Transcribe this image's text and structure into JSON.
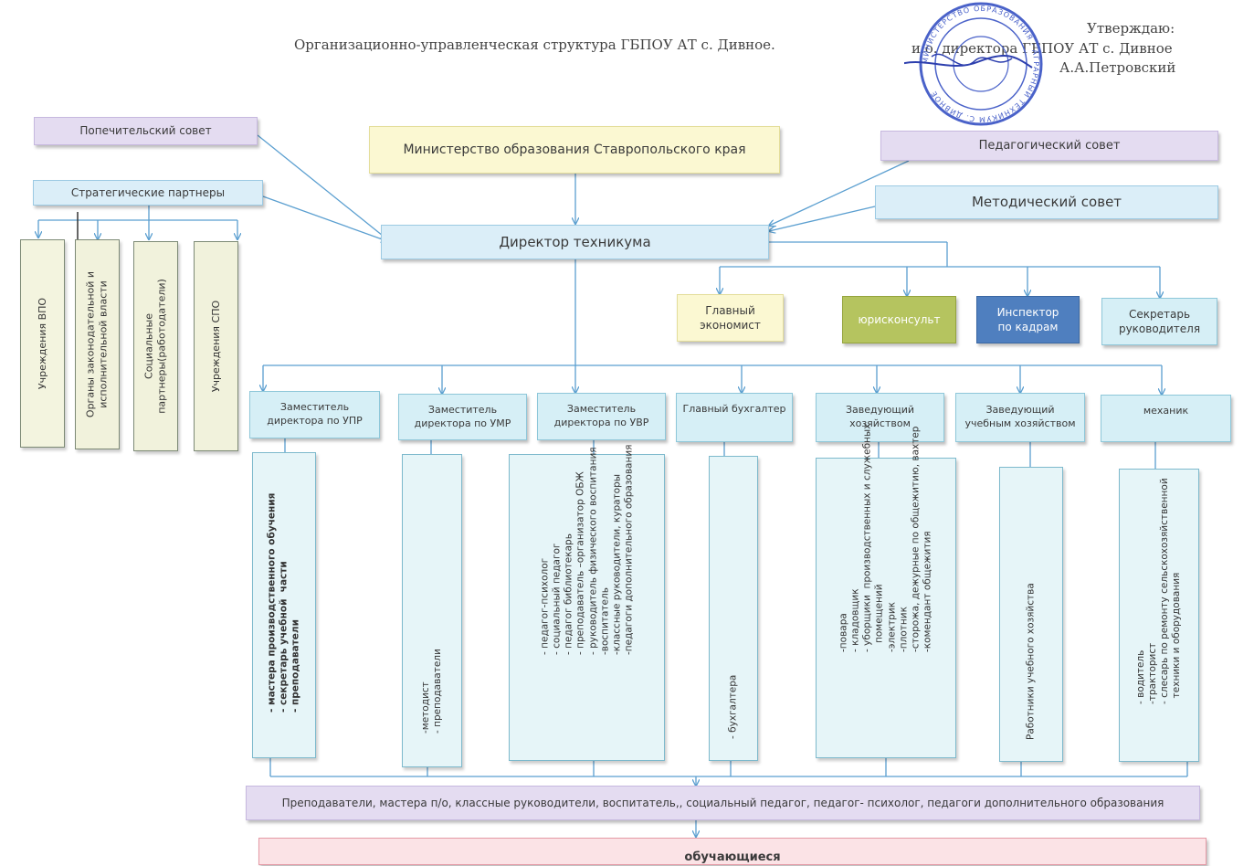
{
  "header": {
    "title": "Организационно-управленческая структура ГБПОУ АТ с. Дивное.",
    "approve": "Утверждаю:",
    "director_line": "и.о. директора ГБПОУ АТ с. Дивное",
    "name_line": "А.А.Петровский"
  },
  "top": {
    "trustees": "Попечительский совет",
    "ministry": "Министерство образования Ставропольского края",
    "ped_council": "Педагогический совет",
    "strategic": "Стратегические партнеры",
    "method_council": "Методический совет",
    "director": "Директор техникума"
  },
  "partners": [
    "Учреждения ВПО",
    "Органы законодательной и\nисполнительной власти",
    "Социальные\nпартнеры(работодатели)",
    "Учреждения СПО"
  ],
  "staff": {
    "economist": "Главный\nэкономист",
    "jurist": "юрисконсульт",
    "inspector": "Инспектор\nпо кадрам",
    "secretary": "Секретарь\nруководителя"
  },
  "deputies": [
    "Заместитель\nдиректора по УПР",
    "Заместитель\nдиректора по УМР",
    "Заместитель\nдиректора по УВР",
    "Главный бухгалтер",
    "Заведующий\nхозяйством",
    "Заведующий\nучебным хозяйством",
    "механик"
  ],
  "columns": [
    "- мастера производственного обучения\n- секретарь учебной  части\n- преподаватели",
    "-методист\n- преподаватели",
    "- педагог-психолог\n- социальный педагог\n- педагог библиотекарь\n- преподаватель –организатор ОБЖ\n- руководитель физического воспитания\n-воспитатель\n-классные руководители, кураторы\n-педагоги дополнительного образования",
    "- бухгалтера",
    "-повара\n- кладовщик\n- уборщики  производственных и служебных\n   помещений\n-электрик\n-плотник\n-сторожа, дежурные по общежитию, вахтер\n-комендант общежития",
    "Работники учебного хозяйства",
    "- водитель\n-тракторист\n- слесарь по ремонту сельскохозяйственной\n  техники и оборудования"
  ],
  "bottom": {
    "teachers": "Преподаватели, мастера  п/о, классные руководители, воспитатель,, социальный педагог, педагог- психолог, педагоги дополнительного образования",
    "students": "обучающиеся"
  },
  "stamp_text": "МИНИСТЕРСТВО ОБРАЗОВАНИЯ · АГРАРНЫЙ ТЕХНИКУМ С. ДИВНОЕ"
}
